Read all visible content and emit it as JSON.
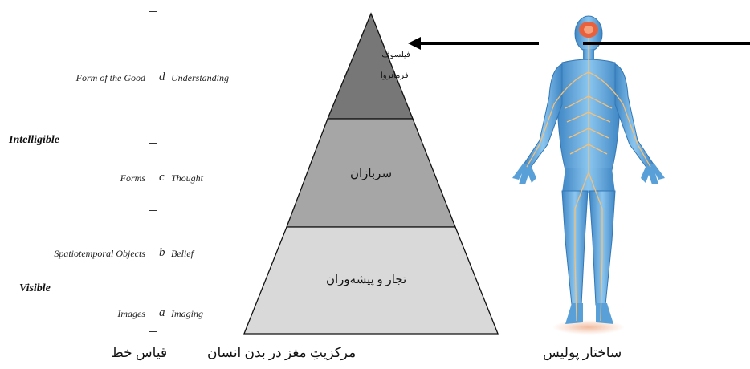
{
  "divided_line": {
    "segments": [
      {
        "object": "Form of the Good",
        "letter": "d",
        "state": "Understanding"
      },
      {
        "object": "Forms",
        "letter": "c",
        "state": "Thought"
      },
      {
        "object": "Spatiotemporal Objects",
        "letter": "b",
        "state": "Belief"
      },
      {
        "object": "Images",
        "letter": "a",
        "state": "Imaging"
      }
    ],
    "realm_upper": "Intelligible",
    "realm_lower": "Visible"
  },
  "pyramid": {
    "top_label_line1": "فیلسوف-",
    "top_label_line2": "فرمانروا",
    "middle_label": "سربازان",
    "bottom_label": "تجار و پیشه‌وران",
    "colors": {
      "top": "#777777",
      "middle": "#a6a6a6",
      "bottom": "#d9d9d9",
      "outline": "#111111"
    }
  },
  "body_figure": {
    "colors": {
      "skin": "#6fb1e3",
      "skin_dark": "#3f86c4",
      "nerves": "#f2c07a",
      "brain": "#e8603c"
    }
  },
  "captions": {
    "left": "قیاس خط",
    "center": "مرکزیتِ مغز در بدن انسان",
    "right": "ساختار پولیس"
  }
}
